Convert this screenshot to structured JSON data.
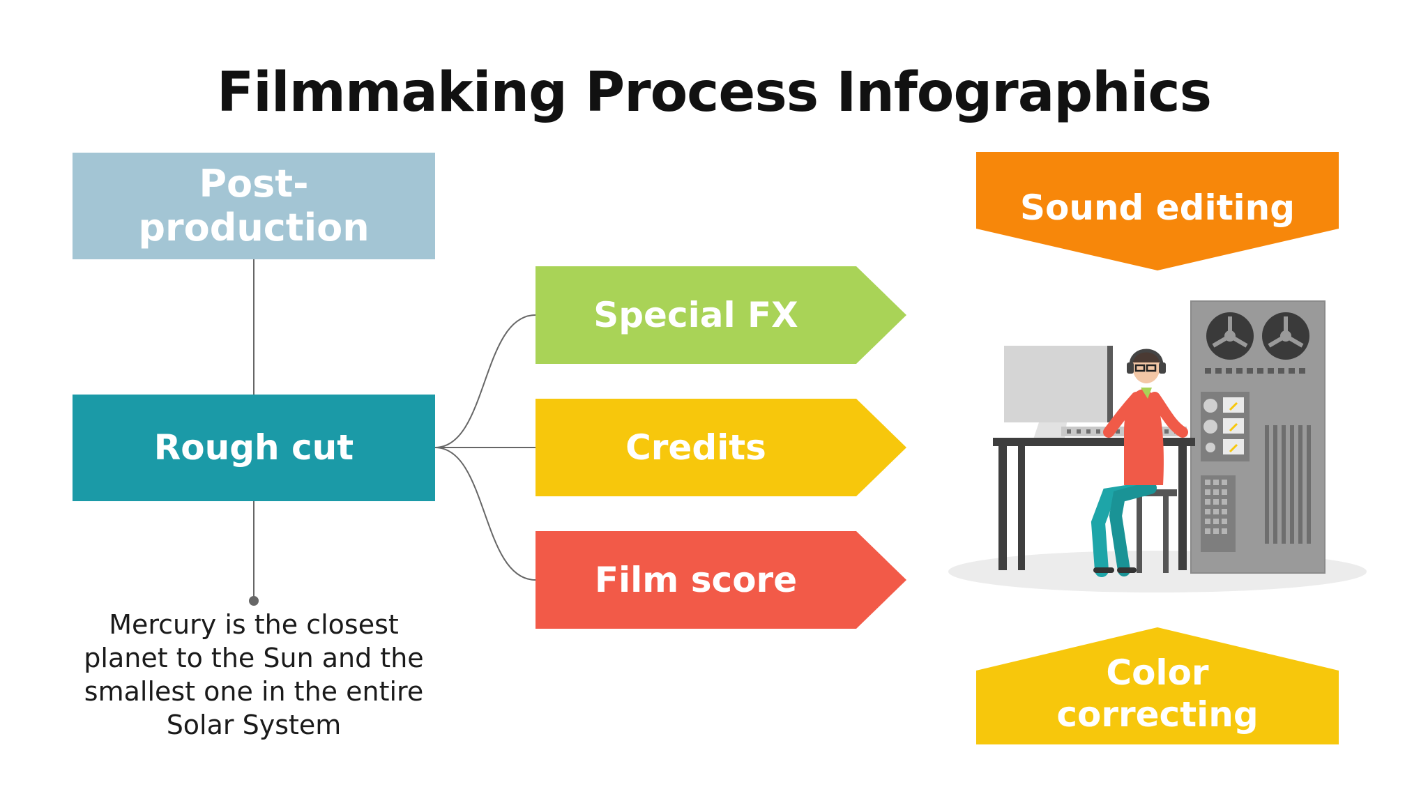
{
  "title": "Filmmaking Process Infographics",
  "nodes": {
    "post_production": {
      "label": "Post-\nproduction",
      "color": "#a3c5d4"
    },
    "rough_cut": {
      "label": "Rough cut",
      "color": "#1b9aa7"
    },
    "special_fx": {
      "label": "Special FX",
      "color": "#a9d357"
    },
    "credits": {
      "label": "Credits",
      "color": "#f7c70c"
    },
    "film_score": {
      "label": "Film score",
      "color": "#f25a48"
    },
    "sound_editing": {
      "label": "Sound editing",
      "color": "#f7870a"
    },
    "color_correcting": {
      "label": "Color\ncorrecting",
      "color": "#f7c70c"
    }
  },
  "description": "Mercury is the closest planet to the Sun and the smallest one in the entire Solar System",
  "colors": {
    "connector": "#666666",
    "title": "#111111"
  }
}
